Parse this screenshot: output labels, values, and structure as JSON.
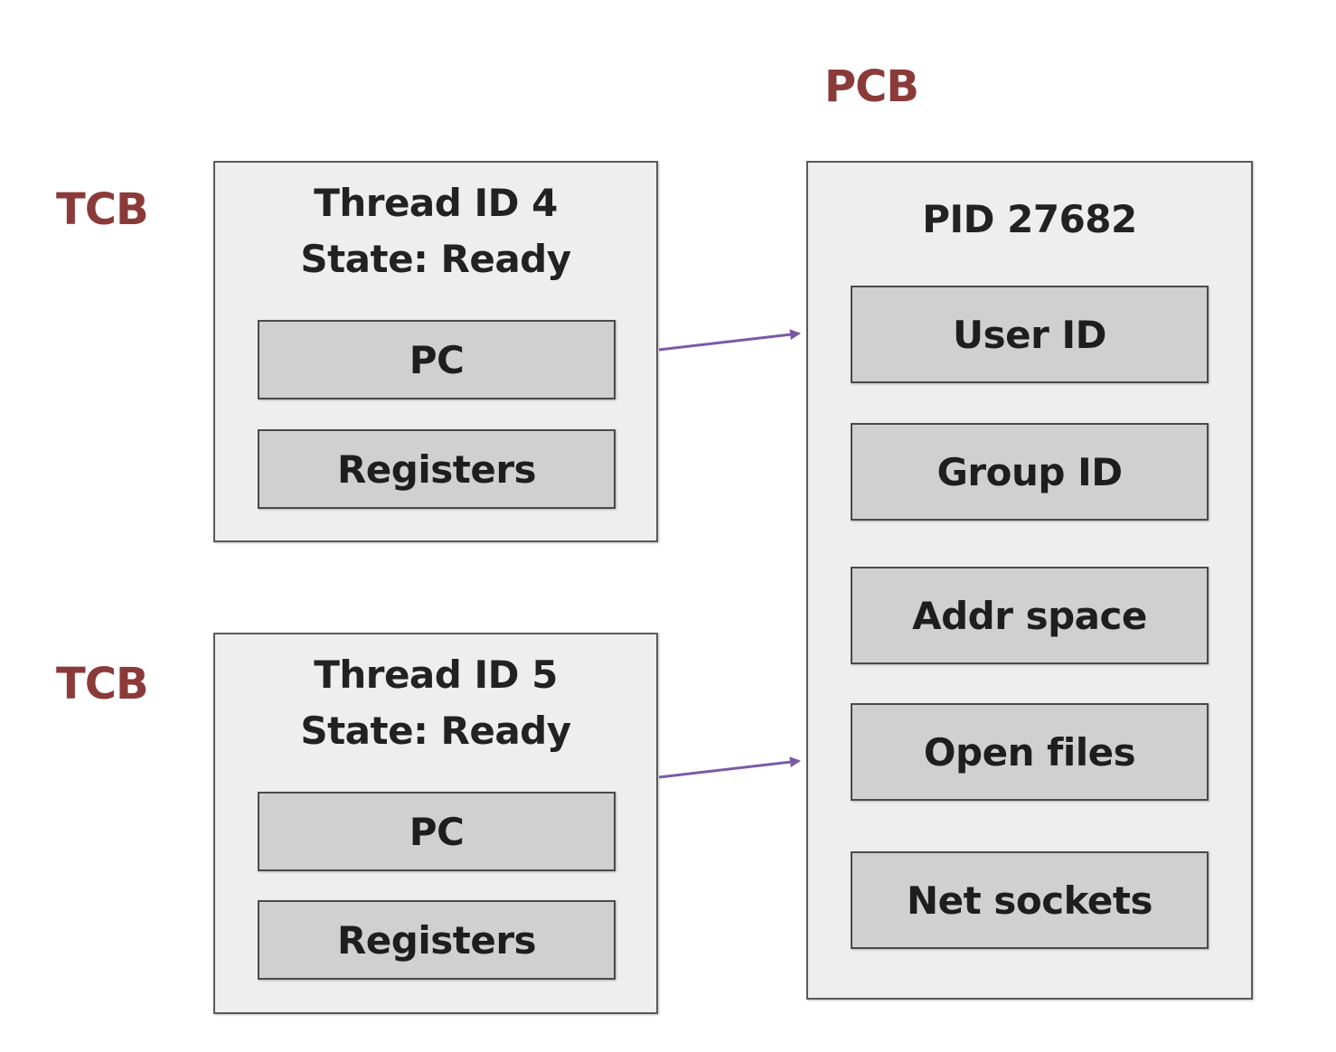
{
  "labels": {
    "pcb": "PCB",
    "tcb_top": "TCB",
    "tcb_bottom": "TCB"
  },
  "threads": [
    {
      "id_line": "Thread ID 4",
      "state_line": "State: Ready",
      "fields": [
        "PC",
        "Registers"
      ]
    },
    {
      "id_line": "Thread ID 5",
      "state_line": "State: Ready",
      "fields": [
        "PC",
        "Registers"
      ]
    }
  ],
  "process": {
    "pid": "PID 27682",
    "fields": [
      "User ID",
      "Group ID",
      "Addr space",
      "Open files",
      "Net sockets"
    ]
  },
  "colors": {
    "label": "#8b3a3a",
    "arrow": "#7a5aa6",
    "box_fill": "#eeeeee",
    "field_fill": "#d0d0d0"
  }
}
